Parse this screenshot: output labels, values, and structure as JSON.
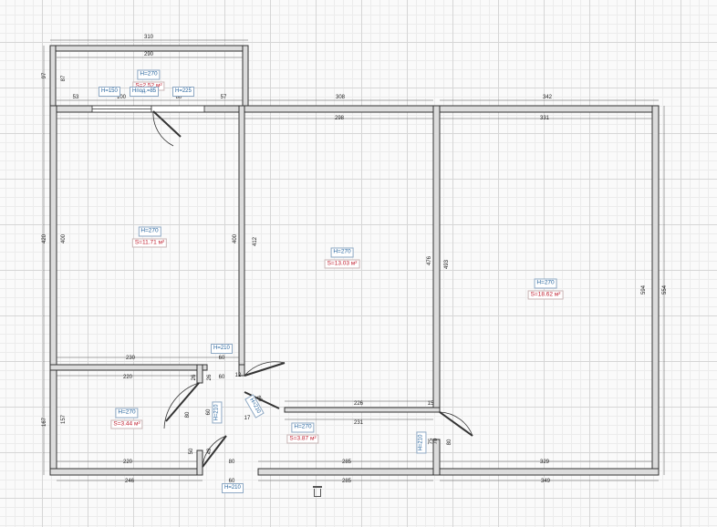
{
  "plan": {
    "rooms": [
      {
        "id": "loggia",
        "height": "H=270",
        "area": "S=2.52 м²"
      },
      {
        "id": "room-left",
        "height": "H=270",
        "area": "S=11.71 м²"
      },
      {
        "id": "room-middle",
        "height": "H=270",
        "area": "S=13.03 м²"
      },
      {
        "id": "room-right",
        "height": "H=270",
        "area": "S=18.62 м²"
      },
      {
        "id": "room-small",
        "height": "H=270",
        "area": "S=3.44 м²"
      },
      {
        "id": "hall",
        "height": "H=270",
        "area": "S=3.87 м²"
      }
    ],
    "window_label": "H=150",
    "sill_label": "Hпод.=85",
    "door_label_top": "H=225",
    "door_label_mid": "H=210",
    "door_label_bottom": "H=210",
    "door_label_small": "H=210",
    "door_label_hall": "H=210",
    "door_label_right": "H=210",
    "dimensions": [
      "310",
      "290",
      "97",
      "87",
      "53",
      "100",
      "80",
      "57",
      "308",
      "342",
      "298",
      "331",
      "420",
      "400",
      "400",
      "412",
      "476",
      "493",
      "594",
      "554",
      "230",
      "60",
      "60",
      "220",
      "26",
      "26",
      "12",
      "80",
      "17",
      "226",
      "15",
      "231",
      "80",
      "60",
      "80",
      "75",
      "70",
      "167",
      "157",
      "220",
      "50",
      "49",
      "285",
      "329",
      "246",
      "80",
      "285",
      "349",
      "60"
    ]
  }
}
